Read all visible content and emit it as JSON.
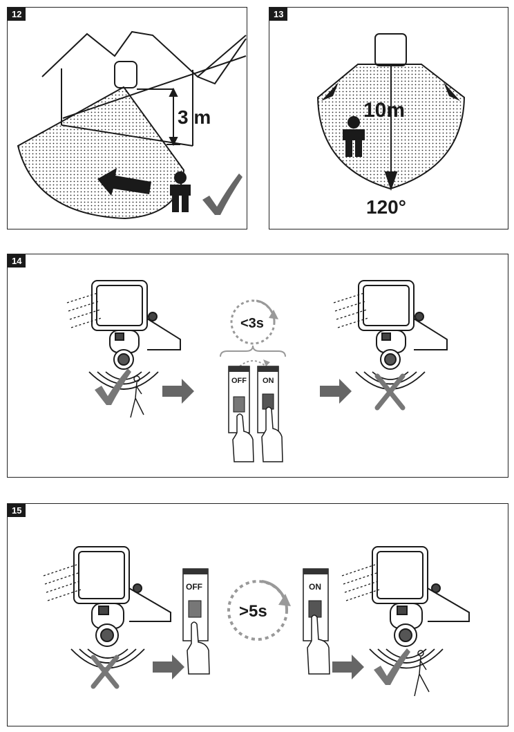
{
  "panels": [
    {
      "number": "12",
      "height_label": "3 m"
    },
    {
      "number": "13",
      "range_label": "10m",
      "angle_label": "120°"
    },
    {
      "number": "14",
      "time_label": "<3s",
      "switch_off_label": "OFF",
      "switch_on_label": "ON"
    },
    {
      "number": "15",
      "time_label": ">5s",
      "switch_off_label": "OFF",
      "switch_on_label": "ON"
    }
  ],
  "icons": [
    "house-icon",
    "person-icon",
    "checkmark-icon",
    "arrow-icon",
    "floodlight-icon",
    "switch-icon",
    "hand-icon",
    "timer-icon",
    "cross-icon"
  ],
  "colors": {
    "line": "#1a1a1a",
    "gray": "#666666",
    "light_gray": "#999999"
  }
}
